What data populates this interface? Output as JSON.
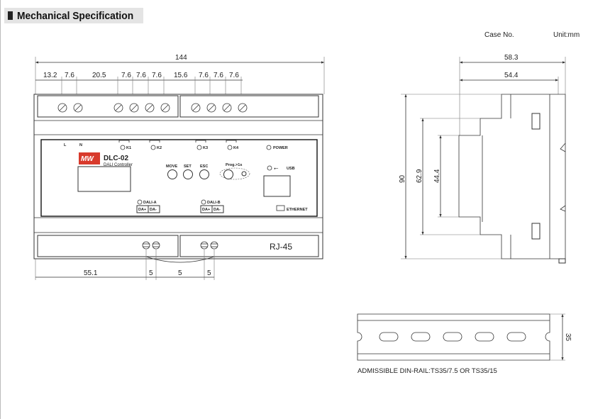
{
  "header": {
    "title": "Mechanical Specification"
  },
  "meta": {
    "case_no_label": "Case No.",
    "unit_label": "Unit:mm"
  },
  "front_view": {
    "overall_width": "144",
    "top_pitch": [
      "13.2",
      "7.6",
      "20.5",
      "7.6",
      "7.6",
      "7.6",
      "15.6",
      "7.6",
      "7.6",
      "7.6"
    ],
    "bottom_dims": [
      "55.1",
      "5",
      "5",
      "5"
    ],
    "labels": {
      "l": "L",
      "n": "N",
      "k1": "K1",
      "k2": "K2",
      "k3": "K3",
      "k4": "K4",
      "power": "POWER",
      "model": "DLC-02",
      "subtitle": "DALI Controller",
      "move": "MOVE",
      "set": "SET",
      "esc": "ESC",
      "prog": "Prog.>1s",
      "usb": "USB",
      "dali_a": "DALI-A",
      "dali_b": "DALI-B",
      "da_plus": "DA+",
      "da_minus": "DA-",
      "ethernet": "ETHERNET",
      "rj45": "RJ-45",
      "logo": "MW"
    }
  },
  "side_view": {
    "depth_overall": "58.3",
    "depth_body": "54.4",
    "height": "90",
    "step_height": "62.9",
    "front_height": "44.4"
  },
  "din_rail": {
    "height": "35",
    "caption": "ADMISSIBLE DIN-RAIL:TS35/7.5 OR TS35/15"
  }
}
